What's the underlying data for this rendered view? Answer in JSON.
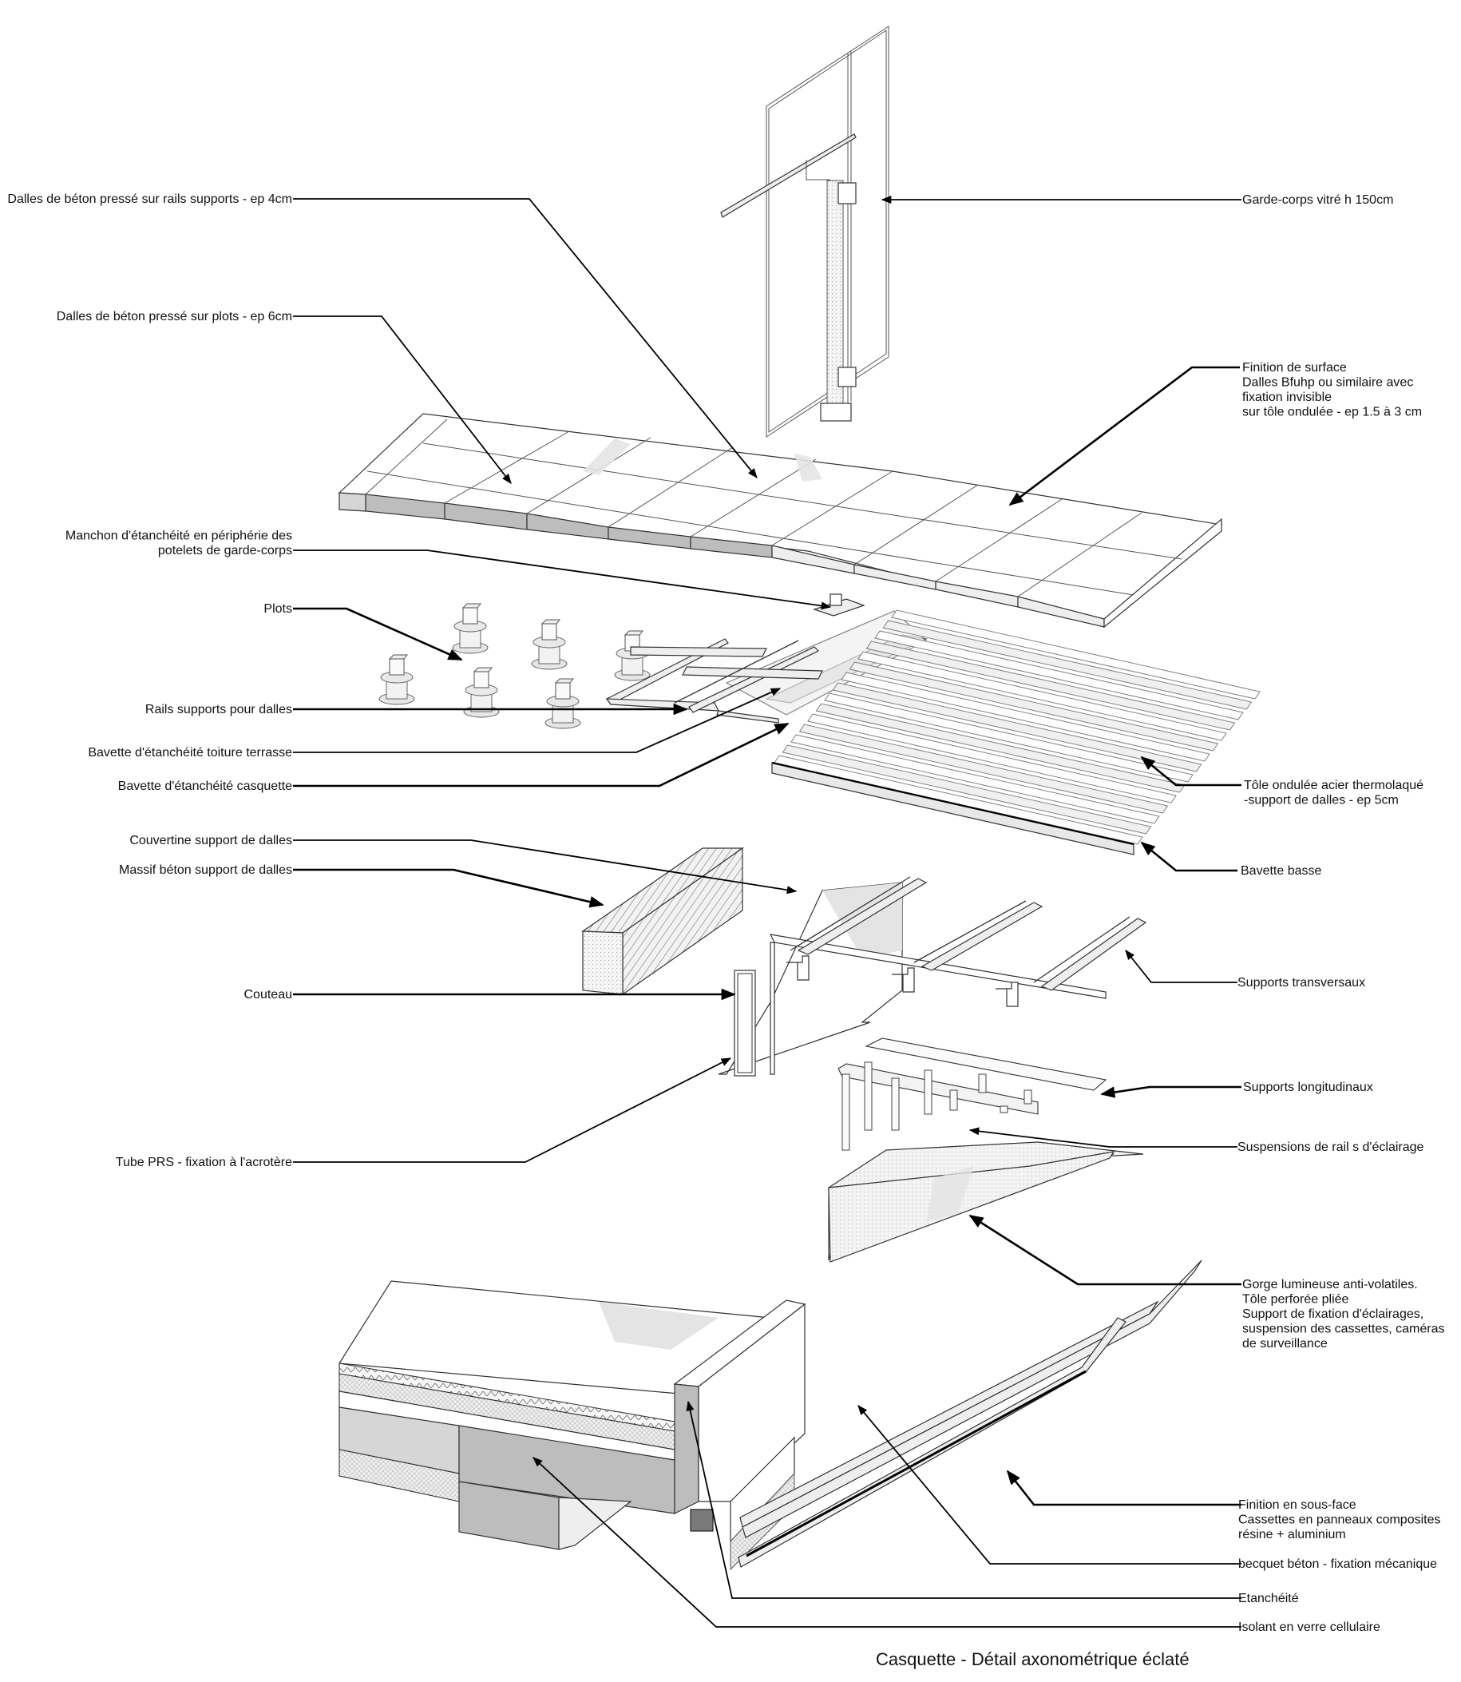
{
  "drawing": {
    "title": "Casquette - Détail axonométrique éclaté"
  },
  "labels_left": [
    {
      "id": "dalles-rails",
      "lines": [
        "Dalles de béton pressé sur rails supports - ep 4cm"
      ]
    },
    {
      "id": "dalles-plots",
      "lines": [
        "Dalles de béton pressé sur plots - ep 6cm"
      ]
    },
    {
      "id": "manchon",
      "lines": [
        "Manchon d'étanchéité en périphérie des",
        "potelets de garde-corps"
      ]
    },
    {
      "id": "plots",
      "lines": [
        "Plots"
      ]
    },
    {
      "id": "rails-supports",
      "lines": [
        "Rails supports pour dalles"
      ]
    },
    {
      "id": "bavette-toiture",
      "lines": [
        "Bavette d'étanchéité toiture terrasse"
      ]
    },
    {
      "id": "bavette-casquette",
      "lines": [
        "Bavette d'étanchéité casquette"
      ]
    },
    {
      "id": "couvertine",
      "lines": [
        "Couvertine support de dalles"
      ]
    },
    {
      "id": "massif-beton",
      "lines": [
        "Massif béton support de dalles"
      ]
    },
    {
      "id": "couteau",
      "lines": [
        "Couteau"
      ]
    },
    {
      "id": "tube-prs",
      "lines": [
        "Tube PRS - fixation à l'acrotère"
      ]
    }
  ],
  "labels_right": [
    {
      "id": "garde-corps",
      "lines": [
        "Garde-corps vitré h 150cm"
      ]
    },
    {
      "id": "finition-surface",
      "lines": [
        "Finition de surface",
        "Dalles Bfuhp ou similaire avec",
        "fixation invisible",
        "sur tôle ondulée - ep 1.5 à 3 cm"
      ]
    },
    {
      "id": "tole-ondulee",
      "lines": [
        "Tôle ondulée acier thermolaqué",
        "-support de dalles - ep 5cm"
      ]
    },
    {
      "id": "bavette-basse",
      "lines": [
        "Bavette basse"
      ]
    },
    {
      "id": "supports-transversaux",
      "lines": [
        "Supports transversaux"
      ]
    },
    {
      "id": "supports-longitudinaux",
      "lines": [
        "Supports longitudinaux"
      ]
    },
    {
      "id": "suspensions",
      "lines": [
        "Suspensions de rail s d'éclairage"
      ]
    },
    {
      "id": "gorge-lumineuse",
      "lines": [
        "Gorge lumineuse anti-volatiles.",
        "Tôle perforée pliée",
        "Support de fixation d'éclairages,",
        "suspension des cassettes, caméras",
        "de surveillance"
      ]
    },
    {
      "id": "finition-sous-face",
      "lines": [
        "Finition en sous-face",
        "Cassettes en panneaux composites",
        "résine + aluminium"
      ]
    },
    {
      "id": "becquet",
      "lines": [
        "becquet béton - fixation mécanique"
      ]
    },
    {
      "id": "etancheite",
      "lines": [
        "Etanchéité"
      ]
    },
    {
      "id": "isolant",
      "lines": [
        "Isolant en verre cellulaire"
      ]
    }
  ]
}
